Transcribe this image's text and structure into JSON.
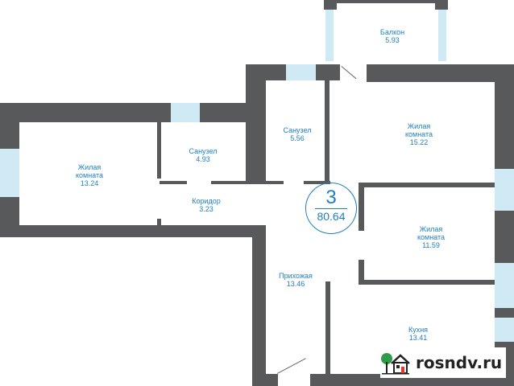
{
  "plan": {
    "rooms_count": "3",
    "total_area": "80.64",
    "rooms": [
      {
        "name": "Балкон",
        "area": "5.93"
      },
      {
        "name": "Жилая комната",
        "area": "13.24"
      },
      {
        "name": "Санузел",
        "area": "4.93"
      },
      {
        "name": "Санузел",
        "area": "5.56"
      },
      {
        "name": "Жилая комната",
        "area": "15.22"
      },
      {
        "name": "Коридор",
        "area": "3.23"
      },
      {
        "name": "Жилая комната",
        "area": "11.59"
      },
      {
        "name": "Прихожая",
        "area": "13.46"
      },
      {
        "name": "Кухня",
        "area": "13.41"
      }
    ]
  },
  "watermark": {
    "text": "rosndv.ru"
  },
  "colors": {
    "wall": "#58595b",
    "window": "#cfe9f5",
    "label": "#1f7fc0"
  }
}
